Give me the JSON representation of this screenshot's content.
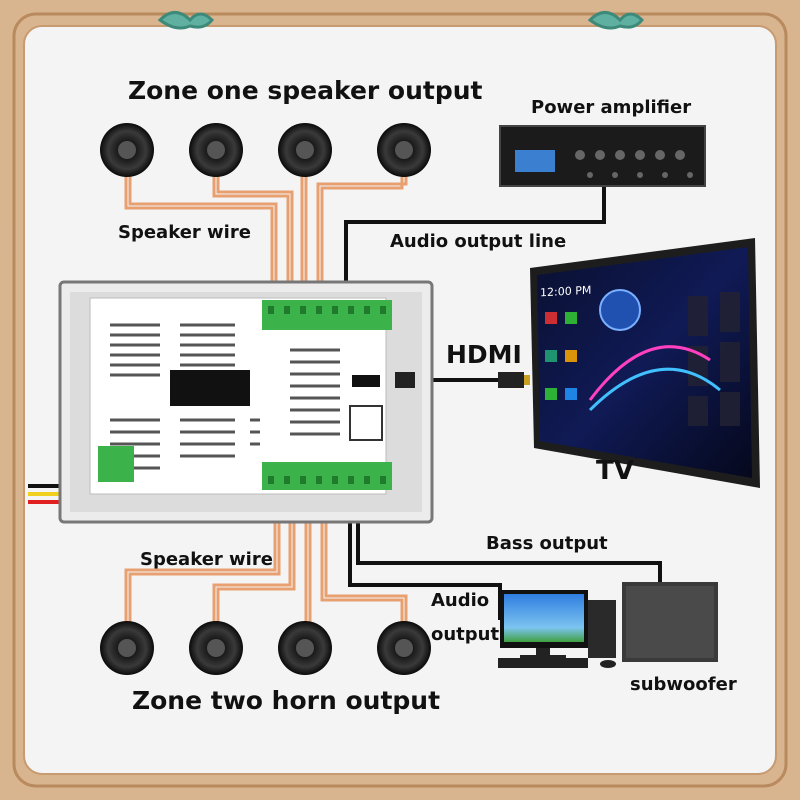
{
  "labels": {
    "zone_one": "Zone one speaker output",
    "zone_two": "Zone two horn output",
    "power_amplifier": "Power amplifier",
    "speaker_wire_top": "Speaker wire",
    "speaker_wire_bottom": "Speaker wire",
    "audio_output_line": "Audio output line",
    "hdmi": "HDMI",
    "tv": "TV",
    "bass_output": "Bass output",
    "audio_output_1": "Audio",
    "audio_output_2": "output",
    "subwoofer": "subwoofer"
  },
  "tv_screen": {
    "clock": "12:00 PM"
  },
  "colors": {
    "frame_outer": "#d9b58f",
    "frame_inner": "#f2f2f2",
    "speaker_wire": "#e8a070",
    "signal_cable": "#111111",
    "terminal_green": "#3bb34a",
    "power_red": "#e02020",
    "power_yellow": "#f2d020"
  },
  "icons": [
    "ceiling-speaker-icon",
    "power-amplifier-icon",
    "tv-icon",
    "desktop-computer-icon",
    "subwoofer-icon",
    "hdmi-plug-icon"
  ]
}
